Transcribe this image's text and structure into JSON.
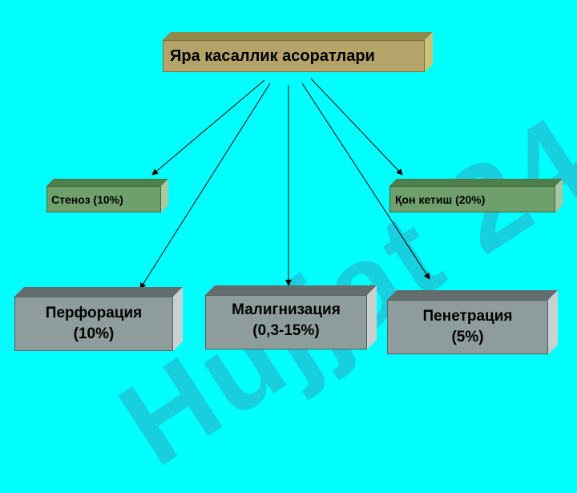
{
  "watermark": "Hujjat 24",
  "root": {
    "label": "Яра касаллик асоратлари"
  },
  "level1": [
    {
      "label": "Стеноз (10%)"
    },
    {
      "label": "Қон кетиш (20%)"
    }
  ],
  "level2": [
    {
      "line1": "Перфорация",
      "line2": "(10%)"
    },
    {
      "line1": "Малигнизация",
      "line2": "(0,3-15%)"
    },
    {
      "line1": "Пенетрация",
      "line2": "(5%)"
    }
  ],
  "colors": {
    "background": "#00ffff",
    "root_face": "#b5a46a",
    "level1_face": "#6fa06c",
    "level2_face": "#8e9c9c",
    "watermark": "#2aa9c6"
  }
}
